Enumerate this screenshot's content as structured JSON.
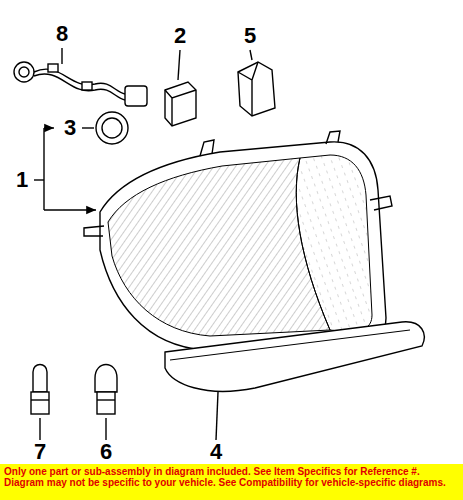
{
  "diagram": {
    "nodes": [
      {
        "text": [
          "Only one part or sub-assembly in diagram included. See Item Specifics for Reference #. Diagram may not be specific to your vehicle. See Compatibility for vehicle-specific diagrams."
        ]
      }
    ],
    "labels": [
      "8",
      "2",
      "5",
      "3",
      "1",
      "7",
      "6",
      "4"
    ]
  }
}
